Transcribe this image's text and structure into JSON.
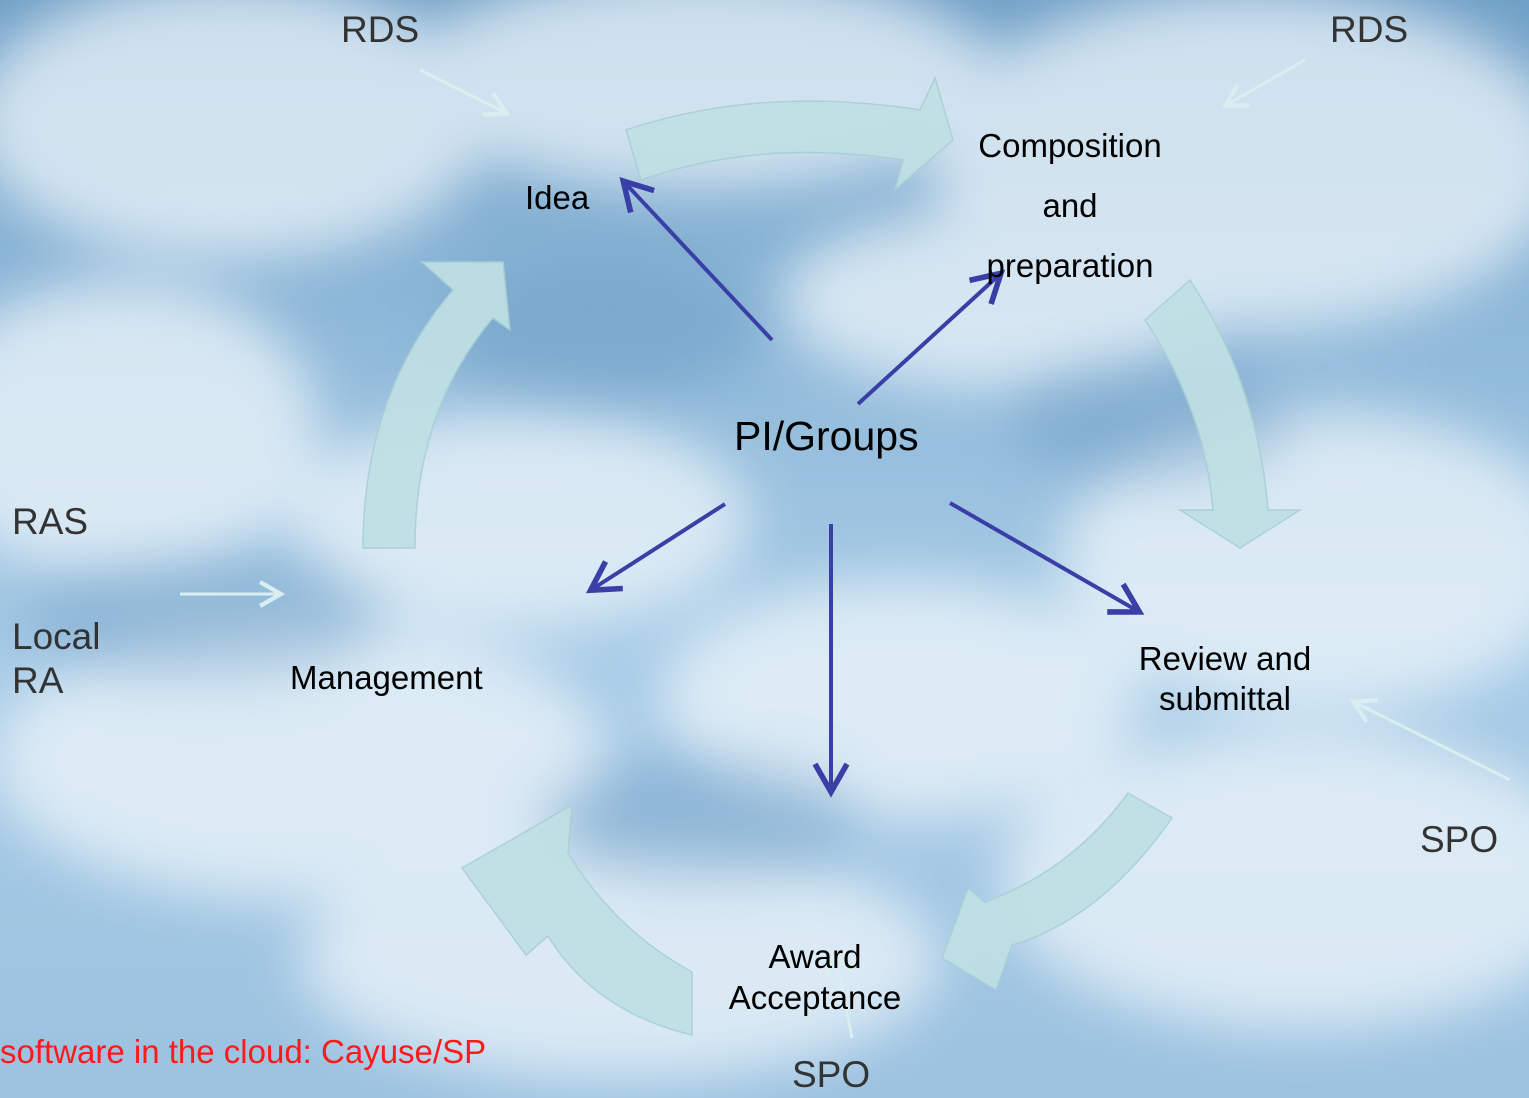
{
  "center": "PI/Groups",
  "stages": {
    "idea": "Idea",
    "composition": [
      "Composition",
      "and",
      "preparation"
    ],
    "review": [
      "Review and",
      "submittal"
    ],
    "award": [
      "Award",
      "Acceptance"
    ],
    "management": "Management"
  },
  "actors": {
    "rds_left": "RDS",
    "rds_right": "RDS",
    "ras": "RAS",
    "local_ra": [
      "Local",
      "RA"
    ],
    "spo_right": "SPO",
    "spo_bottom": "SPO"
  },
  "footer": "software in the cloud: Cayuse/SP",
  "colors": {
    "cycle_arrow": "#bfe0e4",
    "spoke_arrow": "#3a3fa6",
    "actor_arrow": "#d9eef0",
    "actor_text": "#333333",
    "footer_text": "#ff1a1a"
  }
}
